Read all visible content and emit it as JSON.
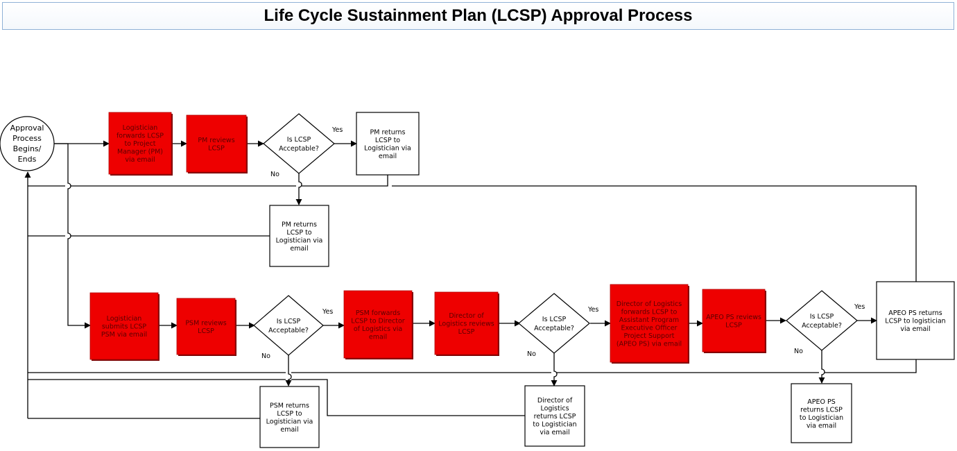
{
  "title": "Life Cycle Sustainment Plan (LCSP) Approval Process",
  "colors": {
    "process_fill": "#ee0000",
    "line": "#000000",
    "box_fill": "#ffffff"
  },
  "nodes": {
    "start": [
      "Approval",
      "Process",
      "Begins/",
      "Ends"
    ],
    "logistician_forwards_pm": [
      "Logistician",
      "forwards LCSP",
      "to Project",
      "Manager (PM)",
      "via email"
    ],
    "pm_reviews": [
      "PM reviews",
      "LCSP"
    ],
    "decision_pm": [
      "Is LCSP",
      "Acceptable?"
    ],
    "pm_returns_yes": [
      "PM returns",
      "LCSP to",
      "Logistician via",
      "email"
    ],
    "pm_returns_no": [
      "PM returns",
      "LCSP to",
      "Logistician via",
      "email"
    ],
    "logistician_submits_psm": [
      "Logistician",
      "submits LCSP",
      "PSM via email"
    ],
    "psm_reviews": [
      "PSM reviews",
      "LCSP"
    ],
    "decision_psm": [
      "Is LCSP",
      "Acceptable?"
    ],
    "psm_forwards_dol": [
      "PSM forwards",
      "LCSP to Director",
      "of Logistics via",
      "email"
    ],
    "psm_returns": [
      "PSM returns",
      "LCSP to",
      "Logistician via",
      "email"
    ],
    "dol_reviews": [
      "Director of",
      "Logistics reviews",
      "LCSP"
    ],
    "decision_dol": [
      "Is LCSP",
      "Acceptable?"
    ],
    "dol_forwards_apeo": [
      "Director of Logistics",
      "forwards LCSP to",
      "Assistant Program",
      "Executive Officer",
      "Project Support",
      "(APEO PS) via email"
    ],
    "dol_returns": [
      "Director of",
      "Logistics",
      "returns  LCSP",
      "to Logistician",
      "via email"
    ],
    "apeo_reviews": [
      "APEO PS reviews",
      "LCSP"
    ],
    "decision_apeo": [
      "Is LCSP",
      "Acceptable?"
    ],
    "apeo_returns_yes": [
      "APEO PS returns",
      "LCSP to logistician",
      "via email"
    ],
    "apeo_returns_no": [
      "APEO PS",
      "returns  LCSP",
      "to Logistician",
      "via email"
    ]
  },
  "edge_labels": {
    "pm_yes": "Yes",
    "pm_no": "No",
    "psm_yes": "Yes",
    "psm_no": "No",
    "dol_yes": "Yes",
    "dol_no": "No",
    "apeo_yes": "Yes",
    "apeo_no": "No"
  }
}
